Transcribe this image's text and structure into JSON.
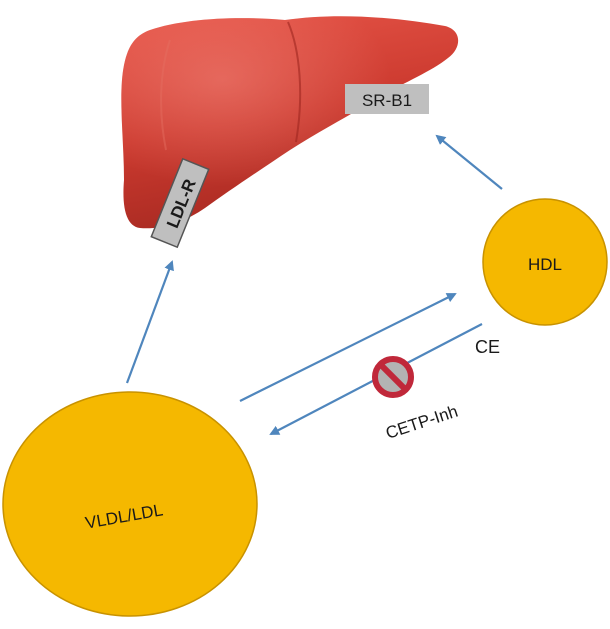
{
  "nodes": {
    "vldl_ldl": {
      "label": "VLDL/LDL"
    },
    "hdl": {
      "label": "HDL"
    },
    "liver": {
      "label": ""
    }
  },
  "receptors": {
    "ldl_r": {
      "label": "LDL-R"
    },
    "sr_b1": {
      "label": "SR-B1"
    }
  },
  "annotations": {
    "ce": "CE",
    "cetp_inh": "CETP-Inh"
  },
  "icons": {
    "inhibition": "prohibition-icon"
  },
  "colors": {
    "lipoprotein_fill": "#f5b800",
    "lipoprotein_stroke": "#c89200",
    "liver": "#cc3a2f",
    "arrow": "#4f86bd",
    "receptor_box": "#bfbfbf",
    "inhibition_ring": "#c0283a"
  }
}
